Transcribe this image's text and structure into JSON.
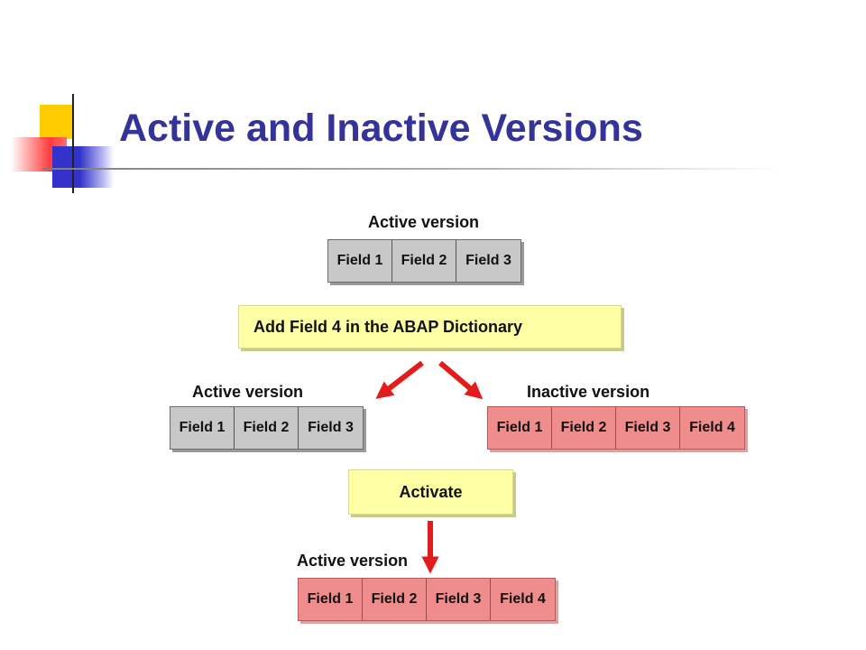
{
  "slide": {
    "title": "Active and Inactive Versions"
  },
  "colors": {
    "title": "#333399",
    "active_row": "#c8c8c8",
    "inactive_row": "#ef8d8d",
    "action_box": "#ffffa6",
    "arrow": "#e31b1b",
    "deco_yellow": "#ffcc00",
    "deco_red": "#ff3b3b",
    "deco_blue": "#3333cc"
  },
  "diagram": {
    "initial": {
      "label": "Active version",
      "fields": [
        "Field 1",
        "Field 2",
        "Field 3"
      ]
    },
    "action_add": {
      "label": "Add Field 4 in the ABAP Dictionary"
    },
    "left_branch": {
      "label": "Active version",
      "fields": [
        "Field 1",
        "Field 2",
        "Field 3"
      ]
    },
    "right_branch": {
      "label": "Inactive version",
      "fields": [
        "Field 1",
        "Field 2",
        "Field 3",
        "Field 4"
      ]
    },
    "action_activate": {
      "label": "Activate"
    },
    "final": {
      "label": "Active version",
      "fields": [
        "Field 1",
        "Field 2",
        "Field 3",
        "Field 4"
      ]
    }
  }
}
